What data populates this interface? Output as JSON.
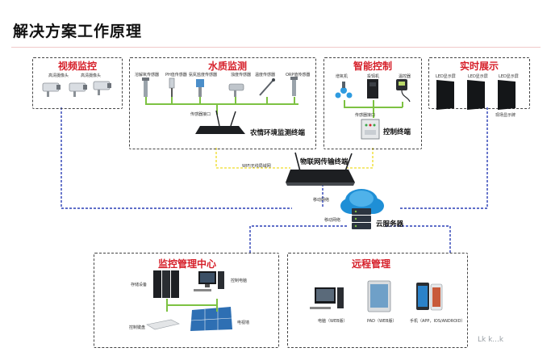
{
  "page": {
    "title": "解决方案工作原理"
  },
  "video": {
    "title": "视频监控",
    "cameras": [
      "高清摄像头",
      "高清摄像头"
    ]
  },
  "water": {
    "title": "水质监测",
    "sensors": [
      "溶解氧传感器",
      "PH值传感器",
      "氨氮盐度传感器",
      "浊度传感器",
      "温度传感器",
      "ORP值传感器"
    ],
    "bus_label": "传感器接口",
    "terminal": "农情环境监测终端"
  },
  "control": {
    "title": "智能控制",
    "devices": [
      "增氧机",
      "投饵机",
      "温控器"
    ],
    "bus_label": "传感器接口",
    "terminal": "控制终端"
  },
  "display": {
    "title": "实时展示",
    "screens": [
      "LED显示屏",
      "LED显示屏",
      "LED显示屏"
    ],
    "caption": "现场显示牌"
  },
  "network": {
    "gateway": "物联网传输终端",
    "wireless_label": "WIFI无线局域网",
    "mobile_label": "移动网络",
    "mobile_label2": "移动网络",
    "server": "云服务器"
  },
  "center": {
    "title": "监控管理中心",
    "storage": "存储设备",
    "pc": "控制电脑",
    "keyboard": "控制键盘",
    "tv_wall": "电视墙"
  },
  "remote": {
    "title": "远程管理",
    "devices": [
      "电脑（WEB版）",
      "PAD（WEB版）",
      "手机（APP，IOS/ANDROID）"
    ]
  },
  "watermark": "Lk k...k",
  "colors": {
    "title_red": "#d6202a",
    "bus_green": "#7dc242",
    "wifi_yellow": "#f2e24d",
    "mobile_blue": "#2a3fb5",
    "cloud_blue": "#1f8fd6"
  }
}
